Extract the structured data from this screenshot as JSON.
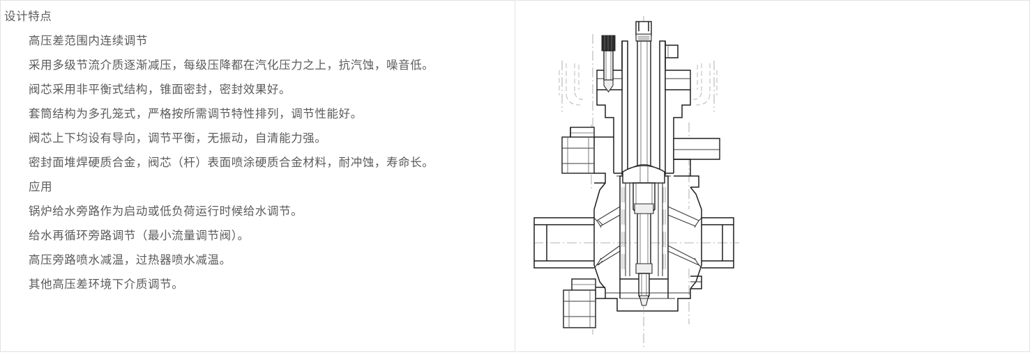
{
  "panel": {
    "border_color": "#e2e2e4",
    "text_color": "#5b5b5b"
  },
  "content": {
    "sections": [
      {
        "heading": "设计特点",
        "items": [
          "高压差范围内连续调节",
          "采用多级节流介质逐渐减压，每级压降都在汽化压力之上，抗汽蚀，噪音低。",
          "阀芯采用非平衡式结构，锥面密封，密封效果好。",
          "套筒结构为多孔笼式，严格按所需调节特性排列，调节性能好。",
          "阀芯上下均设有导向，调节平衡，无振动，自清能力强。",
          "密封面堆焊硬质合金，阀芯（杆）表面喷涂硬质合金材料，耐冲蚀，寿命长。"
        ]
      },
      {
        "heading": "应用",
        "items": [
          "锅炉给水旁路作为启动或低负荷运行时候给水调节。",
          "给水再循环旁路调节（最小流量调节阀）。",
          "高压旁路喷水减温，过热器喷水减温。",
          "其他高压差环境下介质调节。"
        ]
      }
    ],
    "lines": [
      {
        "text": "设计特点",
        "indent": false
      },
      {
        "text": "高压差范围内连续调节",
        "indent": true
      },
      {
        "text": "采用多级节流介质逐渐减压，每级压降都在汽化压力之上，抗汽蚀，噪音低。",
        "indent": true
      },
      {
        "text": "阀芯采用非平衡式结构，锥面密封，密封效果好。",
        "indent": true
      },
      {
        "text": "套筒结构为多孔笼式，严格按所需调节特性排列，调节性能好。",
        "indent": true
      },
      {
        "text": "阀芯上下均设有导向，调节平衡，无振动，自清能力强。",
        "indent": true
      },
      {
        "text": "密封面堆焊硬质合金，阀芯（杆）表面喷涂硬质合金材料，耐冲蚀，寿命长。",
        "indent": true
      },
      {
        "text": "应用",
        "indent": true
      },
      {
        "text": "锅炉给水旁路作为启动或低负荷运行时候给水调节。",
        "indent": true
      },
      {
        "text": "给水再循环旁路调节（最小流量调节阀）。",
        "indent": true
      },
      {
        "text": "高压旁路喷水减温，过热器喷水减温。",
        "indent": true
      },
      {
        "text": "其他高压差环境下介质调节。",
        "indent": true
      }
    ]
  },
  "figure": {
    "caption": "",
    "description": "高压差调节阀剖面装配图",
    "icon": "valve-cross-section-drawing"
  }
}
